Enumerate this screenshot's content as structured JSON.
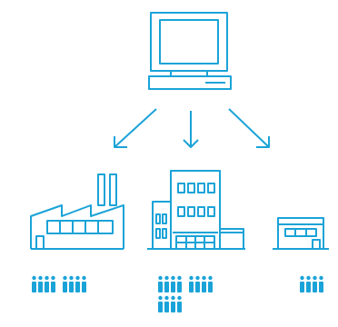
{
  "colors": {
    "accent": "#1aa3d8",
    "background": "#ffffff"
  },
  "icons": {
    "top": "computer-monitor-icon",
    "factory": "factory-icon",
    "office": "office-building-icon",
    "store": "small-building-icon",
    "person": "person-icon"
  },
  "groups": [
    {
      "name": "factory",
      "people_rows": [
        8
      ]
    },
    {
      "name": "office",
      "people_rows": [
        8,
        4
      ]
    },
    {
      "name": "store",
      "people_rows": [
        4
      ]
    }
  ]
}
